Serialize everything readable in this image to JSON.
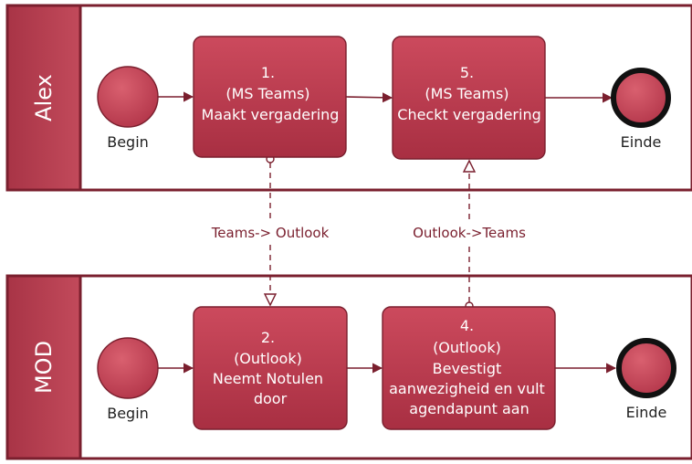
{
  "colors": {
    "lane_fill": "#b03a4c",
    "lane_stroke": "#7a1f2e",
    "task_fill": "#c0394d",
    "event_fill": "#c64556",
    "message_flow": "#7a1f2e"
  },
  "lanes": [
    {
      "name": "Alex"
    },
    {
      "name": "MOD"
    }
  ],
  "events": {
    "alex_begin": "Begin",
    "alex_end": "Einde",
    "mod_begin": "Begin",
    "mod_end": "Einde"
  },
  "tasks": {
    "t1": [
      "1.",
      "(MS Teams)",
      "Maakt vergadering"
    ],
    "t5": [
      "5.",
      "(MS Teams)",
      "Checkt vergadering"
    ],
    "t2": [
      "2.",
      "(Outlook)",
      "Neemt Notulen",
      "door"
    ],
    "t4": [
      "4.",
      "(Outlook)",
      "Bevestigt",
      "aanwezigheid en vult",
      "agendapunt aan"
    ]
  },
  "message_flows": {
    "teams_to_outlook": "Teams-> Outlook",
    "outlook_to_teams": "Outlook->Teams"
  }
}
